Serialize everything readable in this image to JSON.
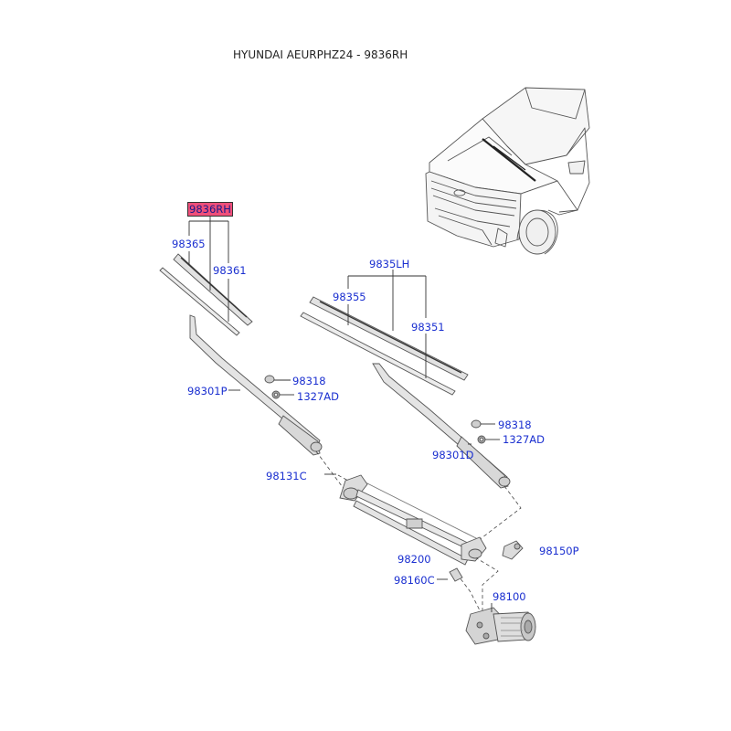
{
  "header": {
    "title": "HYUNDAI AEURPHZ24 - 9836RH"
  },
  "parts": [
    {
      "id": "9836RH",
      "label": "9836RH",
      "highlighted": true
    },
    {
      "id": "98365",
      "label": "98365"
    },
    {
      "id": "98361",
      "label": "98361"
    },
    {
      "id": "9835LH",
      "label": "9835LH"
    },
    {
      "id": "98355",
      "label": "98355"
    },
    {
      "id": "98351",
      "label": "98351"
    },
    {
      "id": "98318a",
      "label": "98318"
    },
    {
      "id": "1327ADa",
      "label": "1327AD"
    },
    {
      "id": "98301P",
      "label": "98301P"
    },
    {
      "id": "98318b",
      "label": "98318"
    },
    {
      "id": "1327ADb",
      "label": "1327AD"
    },
    {
      "id": "98301D",
      "label": "98301D"
    },
    {
      "id": "98131C",
      "label": "98131C"
    },
    {
      "id": "98200",
      "label": "98200"
    },
    {
      "id": "98150P",
      "label": "98150P"
    },
    {
      "id": "98160C",
      "label": "98160C"
    },
    {
      "id": "98100",
      "label": "98100"
    }
  ],
  "colors": {
    "label": "#1a2fd0",
    "highlight": "#f04f7a",
    "line": "#444444",
    "part_fill": "#e6e6e6"
  }
}
